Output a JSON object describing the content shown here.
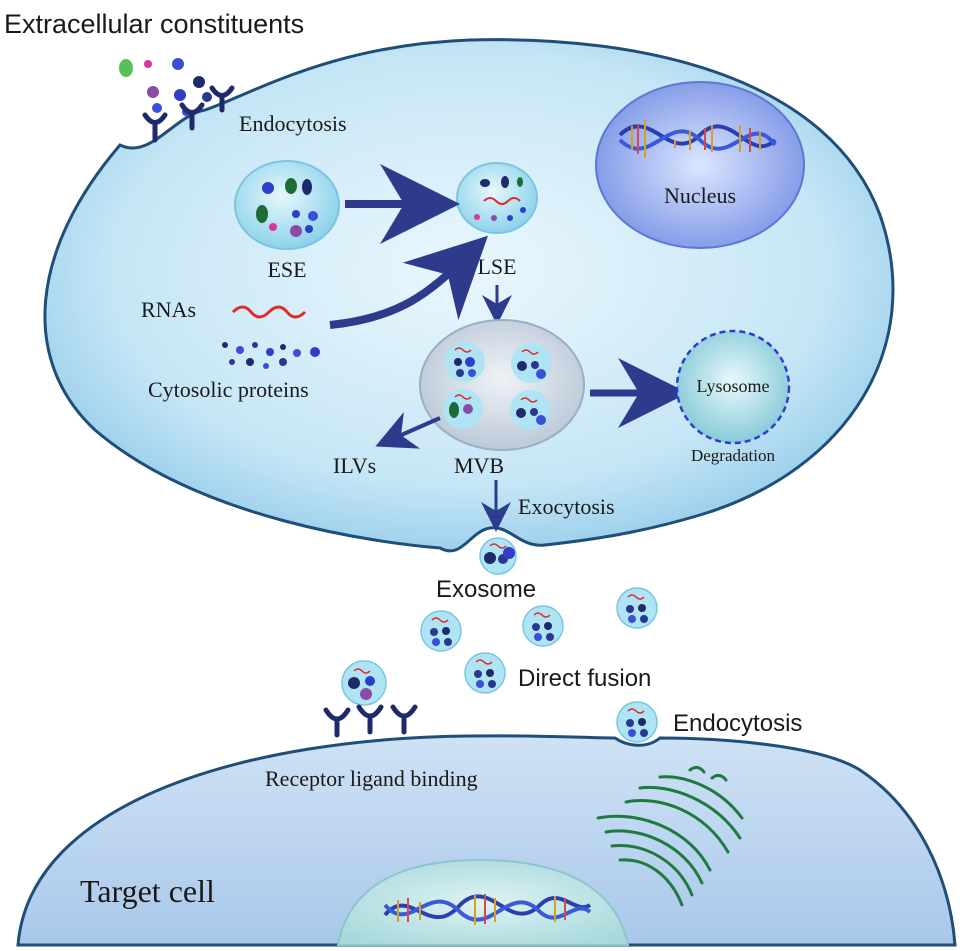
{
  "labels": {
    "extracellular": "Extracellular constituents",
    "endocytosis_top": "Endocytosis",
    "nucleus": "Nucleus",
    "ese": "ESE",
    "lse": "LSE",
    "rnas": "RNAs",
    "cytosolic_proteins": "Cytosolic proteins",
    "lysosome": "Lysosome",
    "degradation": "Degradation",
    "ilvs": "ILVs",
    "mvb": "MVB",
    "exocytosis": "Exocytosis",
    "exosome": "Exosome",
    "direct_fusion": "Direct fusion",
    "endocytosis_bottom": "Endocytosis",
    "receptor_ligand_binding": "Receptor ligand binding",
    "target_cell": "Target cell"
  },
  "colors": {
    "cell_fill": "#cfeaf8",
    "cell_stroke": "#1f4e79",
    "target_fill": "#bcd6ef",
    "arrow": "#2e3a8c",
    "receptor": "#1f2a6b",
    "golgi": "#1e7a3e",
    "vesicle": "#a9dff0"
  }
}
